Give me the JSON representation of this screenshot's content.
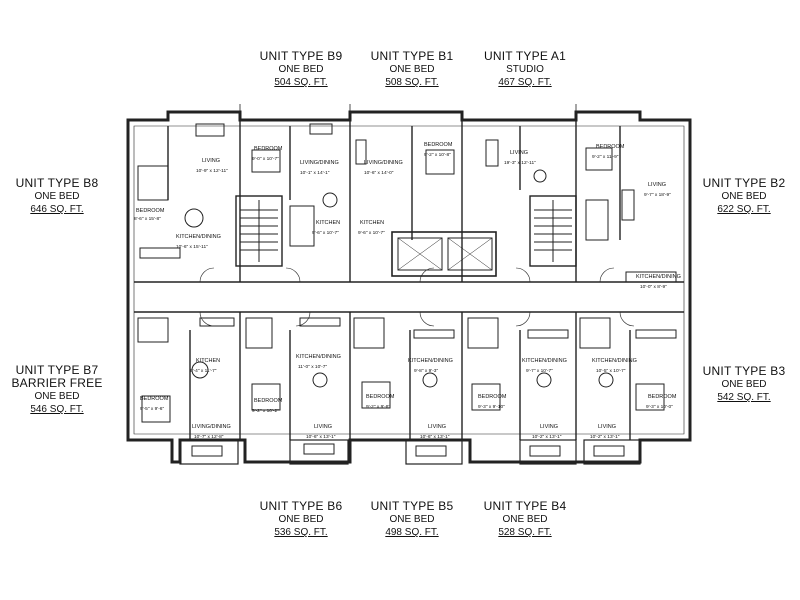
{
  "units": [
    {
      "id": "B9",
      "title": "UNIT TYPE B9",
      "type": "ONE BED",
      "area": "504 SQ. FT."
    },
    {
      "id": "B1",
      "title": "UNIT TYPE B1",
      "type": "ONE BED",
      "area": "508 SQ. FT."
    },
    {
      "id": "A1",
      "title": "UNIT TYPE A1",
      "type": "STUDIO",
      "area": "467 SQ. FT."
    },
    {
      "id": "B8",
      "title": "UNIT TYPE B8",
      "type": "ONE BED",
      "area": "646 SQ. FT."
    },
    {
      "id": "B2",
      "title": "UNIT TYPE B2",
      "type": "ONE BED",
      "area": "622 SQ. FT."
    },
    {
      "id": "B7",
      "title": "UNIT TYPE B7",
      "subtitle": "BARRIER FREE",
      "type": "ONE BED",
      "area": "546 SQ. FT."
    },
    {
      "id": "B3",
      "title": "UNIT TYPE B3",
      "type": "ONE BED",
      "area": "542 SQ. FT."
    },
    {
      "id": "B6",
      "title": "UNIT TYPE B6",
      "type": "ONE BED",
      "area": "536 SQ. FT."
    },
    {
      "id": "B5",
      "title": "UNIT TYPE B5",
      "type": "ONE BED",
      "area": "498 SQ. FT."
    },
    {
      "id": "B4",
      "title": "UNIT TYPE B4",
      "type": "ONE BED",
      "area": "528 SQ. FT."
    }
  ],
  "rooms": [
    {
      "name": "LIVING",
      "dim": "10'-9\" x 12'-11\""
    },
    {
      "name": "BEDROOM",
      "dim": "8'-6\" x 15'-8\""
    },
    {
      "name": "KITCHEN/DINING",
      "dim": "10'-6\" x 15'-11\""
    },
    {
      "name": "BEDROOM",
      "dim": "9'-0\" x 10'-7\""
    },
    {
      "name": "LIVING/DINING",
      "dim": "10'-1\" x 14'-1\""
    },
    {
      "name": "LIVING/DINING",
      "dim": "10'-6\" x 14'-0\""
    },
    {
      "name": "KITCHEN",
      "dim": "9'-6\" x 10'-7\""
    },
    {
      "name": "KITCHEN",
      "dim": "9'-6\" x 10'-7\""
    },
    {
      "name": "BEDROOM",
      "dim": "9'-2\" x 10'-8\""
    },
    {
      "name": "LIVING",
      "dim": "19'-3\" x 12'-11\""
    },
    {
      "name": "BEDROOM",
      "dim": "9'-2\" x 11'-9\""
    },
    {
      "name": "LIVING",
      "dim": "9'-7\" x 18'-9\""
    },
    {
      "name": "KITCHEN/DINING",
      "dim": "10'-0\" x 8'-9\""
    },
    {
      "name": "KITCHEN",
      "dim": "9'-4\" x 11'-7\""
    },
    {
      "name": "BEDROOM",
      "dim": "9'-5\" x 9'-6\""
    },
    {
      "name": "LIVING/DINING",
      "dim": "10'-7\" x 12'-8\""
    },
    {
      "name": "BEDROOM",
      "dim": "9'-2\" x 10'-2\""
    },
    {
      "name": "KITCHEN/DINING",
      "dim": "11'-0\" x 10'-7\""
    },
    {
      "name": "LIVING",
      "dim": "10'-6\" x 13'-1\""
    },
    {
      "name": "KITCHEN/DINING",
      "dim": "9'-8\" x 9'-3\""
    },
    {
      "name": "BEDROOM",
      "dim": "9'-2\" x 9'-8\""
    },
    {
      "name": "LIVING",
      "dim": "10'-6\" x 13'-1\""
    },
    {
      "name": "KITCHEN/DINING",
      "dim": "9'-7\" x 10'-7\""
    },
    {
      "name": "BEDROOM",
      "dim": "9'-3\" x 9'-10\""
    },
    {
      "name": "LIVING",
      "dim": "10'-2\" x 13'-1\""
    },
    {
      "name": "KITCHEN/DINING",
      "dim": "10'-5\" x 10'-7\""
    },
    {
      "name": "LIVING",
      "dim": "10'-2\" x 13'-1\""
    },
    {
      "name": "BEDROOM",
      "dim": "9'-3\" x 10'-0\""
    }
  ]
}
